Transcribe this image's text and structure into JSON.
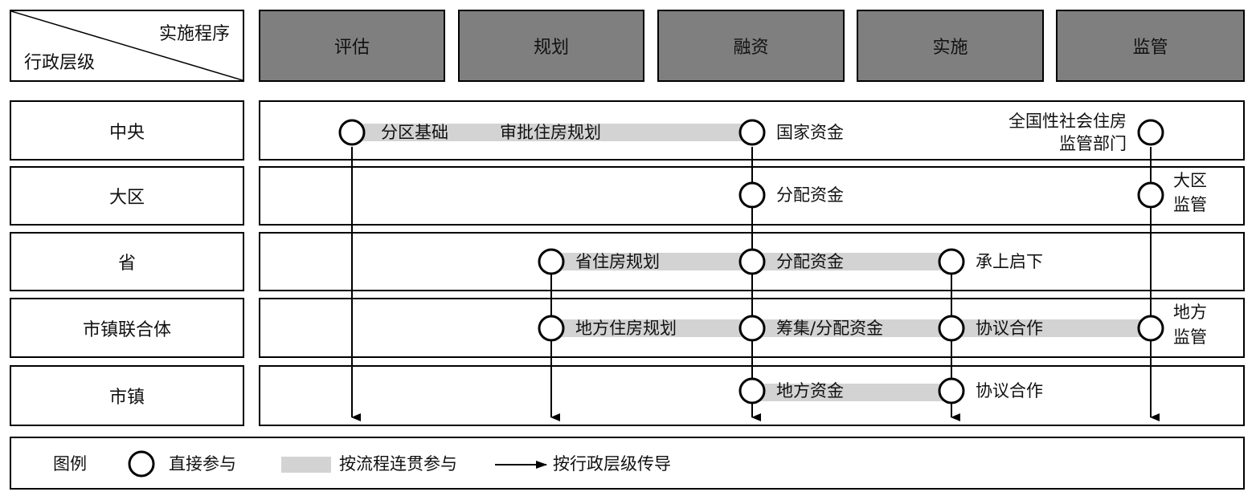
{
  "header": {
    "corner_top": "实施程序",
    "corner_bottom": "行政层级",
    "phases": [
      "评估",
      "规划",
      "融资",
      "实施",
      "监管"
    ]
  },
  "levels": [
    "中央",
    "大区",
    "省",
    "市镇联合体",
    "市镇"
  ],
  "nodes": {
    "central_plan_a": "分区基础",
    "central_plan_b": "审批住房规划",
    "central_fund": "国家资金",
    "central_supervise_1": "全国性社会住房",
    "central_supervise_2": "监管部门",
    "region_fund": "分配资金",
    "region_supervise_1": "大区",
    "region_supervise_2": "监管",
    "province_plan": "省住房规划",
    "province_fund": "分配资金",
    "province_impl": "承上启下",
    "inter_plan": "地方住房规划",
    "inter_fund": "筹集/分配资金",
    "inter_impl": "协议合作",
    "inter_supervise_1": "地方",
    "inter_supervise_2": "监管",
    "muni_fund": "地方资金",
    "muni_impl": "协议合作"
  },
  "legend": {
    "title": "图例",
    "circle": "直接参与",
    "bar": "按流程连贯参与",
    "arrow": "按行政层级传导"
  },
  "colors": {
    "phase_fill": "#7f7f7f",
    "bar_fill": "#d3d3d3",
    "line": "#000000"
  }
}
